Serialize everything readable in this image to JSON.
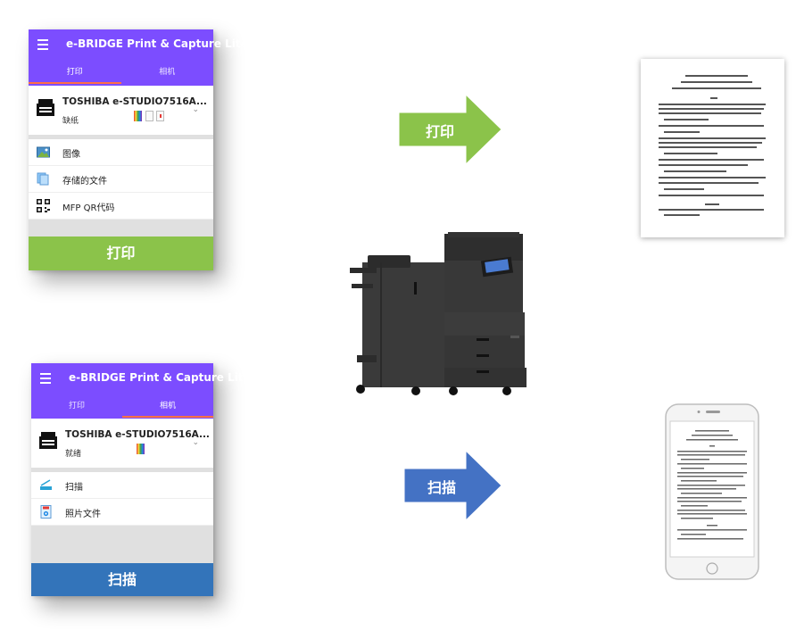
{
  "print_panel": {
    "app_title": "e-BRIDGE Print & Capture Lite",
    "tabs": [
      {
        "label": "打印",
        "active": true
      },
      {
        "label": "相机",
        "active": false
      }
    ],
    "printer": {
      "name": "TOSHIBA e-STUDIO7516A...",
      "status": "缺纸"
    },
    "menu_items": [
      {
        "label": "图像",
        "icon": "image-icon"
      },
      {
        "label": "存储的文件",
        "icon": "files-icon"
      },
      {
        "label": "MFP QR代码",
        "icon": "qr-code-icon"
      }
    ],
    "action_button": "打印",
    "colors": {
      "appbar": "#7c4dff",
      "tab_indicator": "#ff7043",
      "button": "#8bc34a"
    }
  },
  "scan_panel": {
    "app_title": "e-BRIDGE Print & Capture Lite",
    "tabs": [
      {
        "label": "打印",
        "active": false
      },
      {
        "label": "相机",
        "active": true
      }
    ],
    "printer": {
      "name": "TOSHIBA e-STUDIO7516A...",
      "status": "就绪"
    },
    "menu_items": [
      {
        "label": "扫描",
        "icon": "scanner-icon"
      },
      {
        "label": "照片文件",
        "icon": "photo-file-icon"
      }
    ],
    "action_button": "扫描",
    "colors": {
      "appbar": "#7c4dff",
      "tab_indicator": "#ff7043",
      "button": "#3374ba"
    }
  },
  "arrows": {
    "print_label": "打印",
    "scan_label": "扫描",
    "print_color": "#8bc34a",
    "scan_color": "#4472c4"
  }
}
